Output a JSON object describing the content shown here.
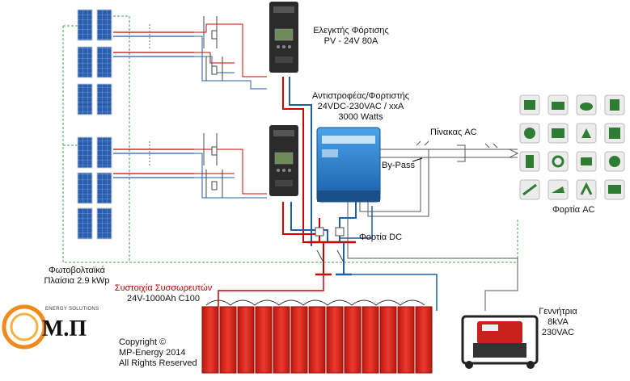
{
  "labels": {
    "charge_controller": [
      "Ελεγκτής Φόρτισης",
      "PV - 24V 80A"
    ],
    "inverter": [
      "Αντιστροφέας/Φορτιστής",
      "24VDC-230VAC / xxA",
      "3000 Watts"
    ],
    "ac_panel": "Πίνακας AC",
    "bypass": "By-Pass",
    "dc_loads": "Φορτία DC",
    "ac_loads": "Φορτία AC",
    "pv_panels": [
      "Φωτοβολταϊκά",
      "Πλαίσια 2.9 kWp"
    ],
    "battery_bank": [
      "Συστοιχία Συσσωρευτών",
      "24V-1000Ah C100"
    ],
    "generator": [
      "Γεννήτρια",
      "8kVA",
      "230VAC"
    ],
    "copyright": [
      "Copyright   ©",
      "MP-Energy 2014",
      "All Rights Reserved"
    ]
  },
  "logo": {
    "tagline": "ENERGY SOLUTIONS",
    "mark": "Μ.Π"
  },
  "colors": {
    "positive_wire": "#d00000",
    "negative_wire": "#1f5fa8",
    "ground_wire": "#3aa84a",
    "ac_wire": "#555555",
    "pv_cell": "#2a5fb0",
    "controller": "#2b2b2b",
    "inverter": "#2a7fd0",
    "battery": "#d8261c",
    "logo_orange": "#f08a1c"
  },
  "nodes": {
    "pv_array_count": 2,
    "pv_panels_per_array": 6,
    "charge_controller_count": 2,
    "battery_cells": 13,
    "ac_load_icons": [
      "oven-icon",
      "microwave-icon",
      "toaster-icon",
      "kettle-icon",
      "fridge-icon",
      "washer-icon",
      "stove-icon",
      "coffee-icon",
      "laptop-icon",
      "tv-icon",
      "mixer-icon",
      "iron-icon",
      "pump-icon",
      "monitor-icon",
      "lamp-icon",
      "router-icon"
    ]
  }
}
